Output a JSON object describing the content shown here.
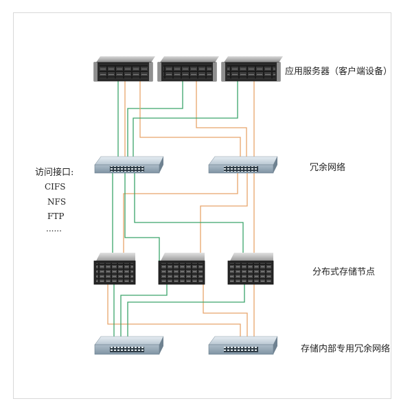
{
  "labels": {
    "app_servers": "应用服务器（客户端设备）",
    "redundant_network": "冗余网络",
    "storage_nodes": "分布式存储节点",
    "internal_network": "存储内部专用冗余网络",
    "access_interface": "访问接口:",
    "protocols": [
      "CIFS",
      "NFS",
      "FTP",
      "......"
    ]
  },
  "colors": {
    "green_link": "#3aa36a",
    "orange_link": "#e8a46a",
    "server_dark": "#2b2b2b",
    "switch_body": "#9fb0bd",
    "storage_dark": "#262626"
  },
  "icons": {
    "server": "rack-server-icon",
    "switch": "network-switch-icon",
    "storage": "storage-node-icon"
  }
}
